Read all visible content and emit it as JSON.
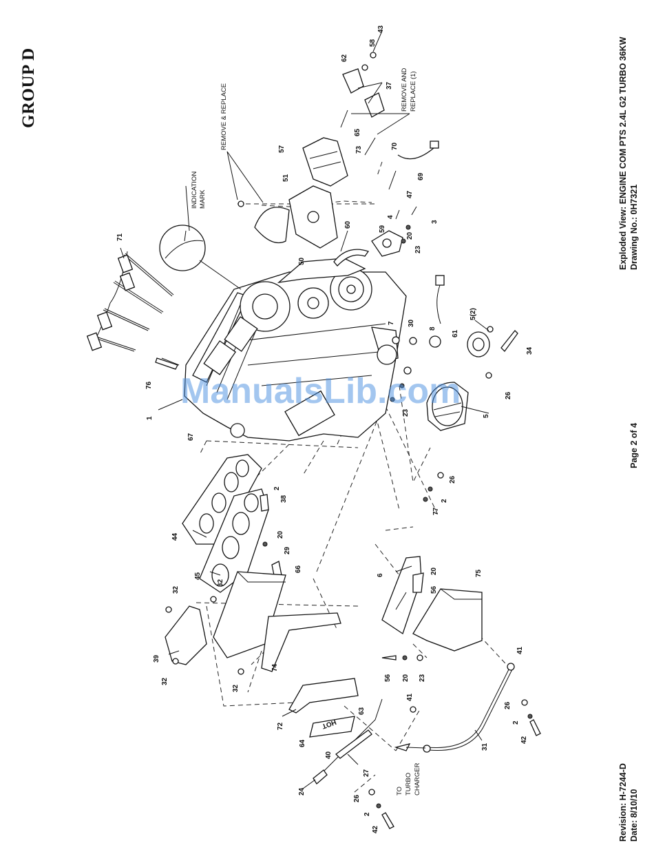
{
  "header": {
    "group": "GROUP D",
    "title": "Exploded View: ENGINE COM PTS  2.4L G2 TURBO 36KW",
    "drawing": "Drawing No.: 0H7321",
    "page": "Page 2 of 4",
    "revision": "Revision: H-7244-D",
    "date": "Date: 8/10/10"
  },
  "notes": {
    "remove_replace": "REMOVE & REPLACE",
    "remove_and": "REMOVE AND",
    "replace_1": "REPLACE (1)",
    "indication": "INDICATION",
    "mark": "MARK",
    "to": "TO",
    "turbo": "TURBO",
    "charger": "CHARGER",
    "hot_label": "HOT"
  },
  "watermark": "ManualsLib.com",
  "callouts": {
    "c43": "43",
    "c58": "58",
    "c62": "62",
    "c37": "37",
    "c65": "65",
    "c73": "73",
    "c70": "70",
    "c69": "69",
    "c47": "47",
    "c57": "57",
    "c51": "51",
    "c60": "60",
    "c59": "59",
    "c4": "4",
    "c3": "3",
    "c20a": "20",
    "c23a": "23",
    "c50": "50",
    "c71": "71",
    "c76": "76",
    "c1": "1",
    "c67": "67",
    "c7": "7",
    "c30": "30",
    "c8": "8",
    "c61": "61",
    "c52": "5(2)",
    "c34": "34",
    "c26a": "26",
    "c5": "5",
    "c23b": "23",
    "c26b": "26",
    "c2a": "2",
    "c77": "77",
    "c2b": "2",
    "c38": "38",
    "c44": "44",
    "c20b": "20",
    "c29": "29",
    "c45": "45",
    "c66": "66",
    "c32a": "32",
    "c32b": "32",
    "c39": "39",
    "c32c": "32",
    "c32d": "32",
    "c74": "74",
    "c6": "6",
    "c20c": "20",
    "c56a": "56",
    "c75": "75",
    "c56b": "56",
    "c20d": "20",
    "c23c": "23",
    "c72": "72",
    "c41a": "41",
    "c63": "63",
    "c64": "64",
    "c40": "40",
    "c27": "27",
    "c24": "24",
    "c26c": "26",
    "c2c": "2",
    "c42a": "42",
    "c41b": "41",
    "c26d": "26",
    "c2d": "2",
    "c42b": "42",
    "c31": "31"
  }
}
